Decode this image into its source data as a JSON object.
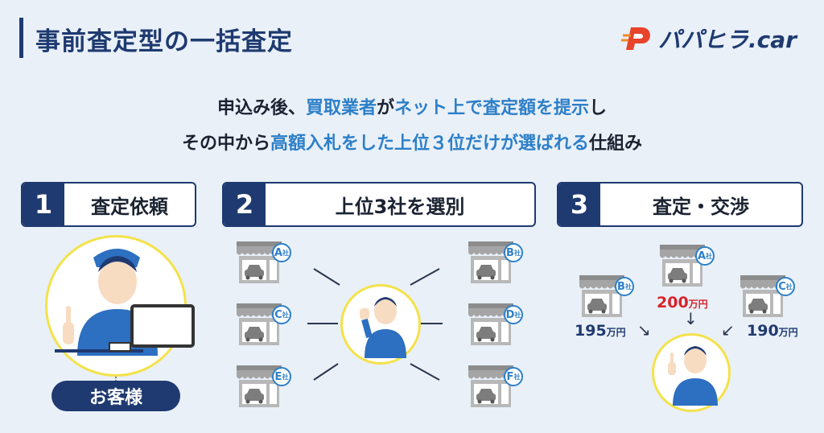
{
  "header": {
    "title": "事前査定型の一括査定",
    "logo_text": "パパヒラ.car"
  },
  "subtitle": {
    "line1": [
      {
        "text": "申込み後、",
        "highlight": false
      },
      {
        "text": "買取業者",
        "highlight": true
      },
      {
        "text": "が",
        "highlight": false
      },
      {
        "text": "ネット上で査定額を提示",
        "highlight": true
      },
      {
        "text": "し",
        "highlight": false
      }
    ],
    "line2": [
      {
        "text": "その中から",
        "highlight": false
      },
      {
        "text": "高額入札をした上位３位だけが選ばれる",
        "highlight": true
      },
      {
        "text": "仕組み",
        "highlight": false
      }
    ]
  },
  "steps": [
    {
      "num": "1",
      "label": "査定依頼"
    },
    {
      "num": "2",
      "label": "上位3社を選別"
    },
    {
      "num": "3",
      "label": "査定・交渉"
    }
  ],
  "customer_label": "お客様",
  "shops_step2": [
    {
      "letter": "A",
      "suffix": "社"
    },
    {
      "letter": "C",
      "suffix": "社"
    },
    {
      "letter": "E",
      "suffix": "社"
    },
    {
      "letter": "B",
      "suffix": "社"
    },
    {
      "letter": "D",
      "suffix": "社"
    },
    {
      "letter": "F",
      "suffix": "社"
    }
  ],
  "shops_step3": [
    {
      "letter": "B",
      "suffix": "社",
      "price": "195",
      "unit": "万円"
    },
    {
      "letter": "A",
      "suffix": "社",
      "price": "200",
      "unit": "万円"
    },
    {
      "letter": "C",
      "suffix": "社",
      "price": "190",
      "unit": "万円"
    }
  ],
  "colors": {
    "navy": "#1f3a70",
    "accent": "#2d7fc8",
    "yellow": "#f4e24a",
    "red": "#d8232a",
    "background": "#e9f0f8"
  }
}
